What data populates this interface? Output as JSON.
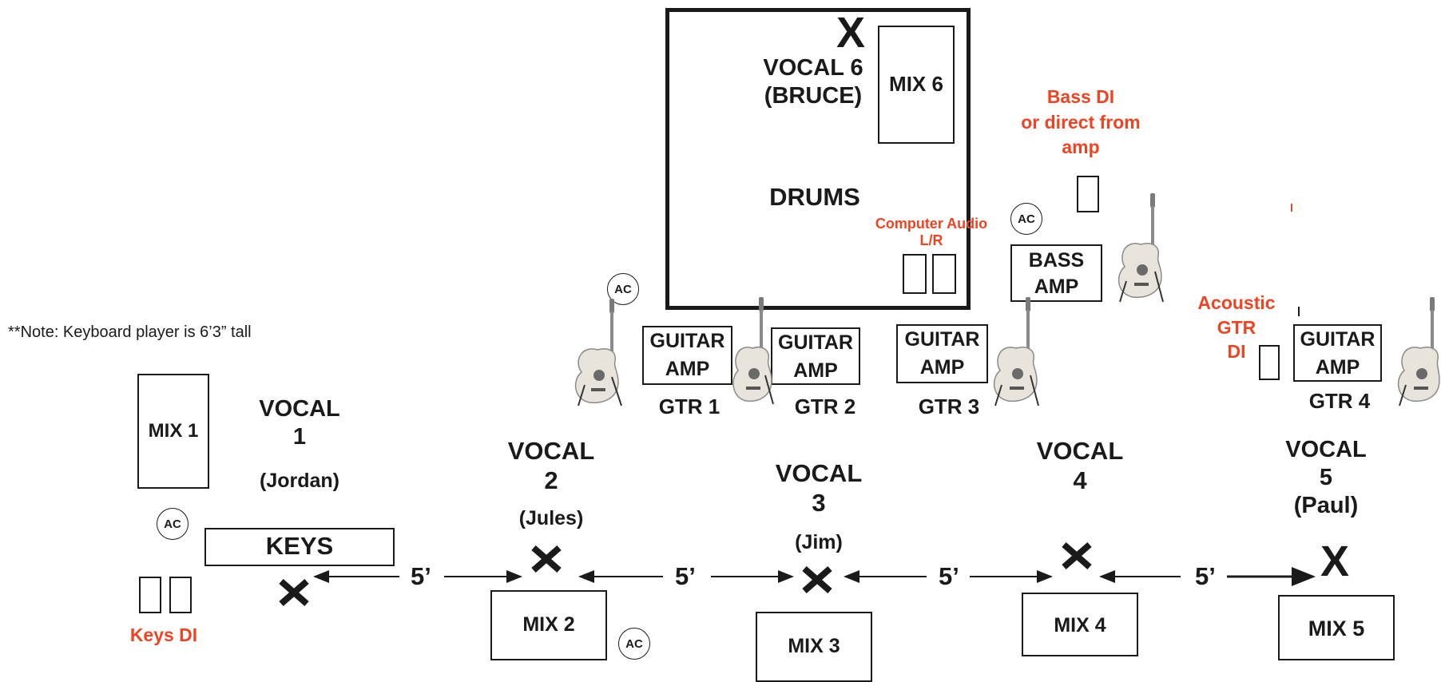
{
  "note": "**Note: Keyboard player is 6’3” tall",
  "drums": {
    "x_mark": "X",
    "vocal6": "VOCAL 6\n(BRUCE)",
    "mix6": "MIX 6",
    "label": "DRUMS",
    "computer_audio": "Computer Audio\nL/R"
  },
  "bass": {
    "di_label": "Bass DI\nor direct from\namp",
    "amp": "BASS\nAMP"
  },
  "acoustic_di": "Acoustic\nGTR\nDI",
  "ac_label": "AC",
  "guitars": {
    "amp1": "GUITAR\nAMP",
    "amp2": "GUITAR\nAMP",
    "amp3": "GUITAR\nAMP",
    "amp4": "GUITAR\nAMP",
    "gtr1": "GTR 1",
    "gtr2": "GTR 2",
    "gtr3": "GTR 3",
    "gtr4": "GTR 4"
  },
  "vocals": {
    "v1": "VOCAL\n1",
    "v1_name": "(Jordan)",
    "v2": "VOCAL\n2",
    "v2_name": "(Jules)",
    "v3": "VOCAL\n3",
    "v3_name": "(Jim)",
    "v4": "VOCAL\n4",
    "v5": "VOCAL\n5\n(Paul)"
  },
  "mixes": {
    "mix1": "MIX 1",
    "mix2": "MIX 2",
    "mix3": "MIX 3",
    "mix4": "MIX 4",
    "mix5": "MIX 5"
  },
  "keys": {
    "label": "KEYS",
    "di": "Keys DI"
  },
  "distances": {
    "d1": "5’",
    "d2": "5’",
    "d3": "5’",
    "d4": "5’"
  },
  "vocal5_x": "X",
  "colors": {
    "accent_red": "#ee4422",
    "ink": "#1a1a1a"
  }
}
